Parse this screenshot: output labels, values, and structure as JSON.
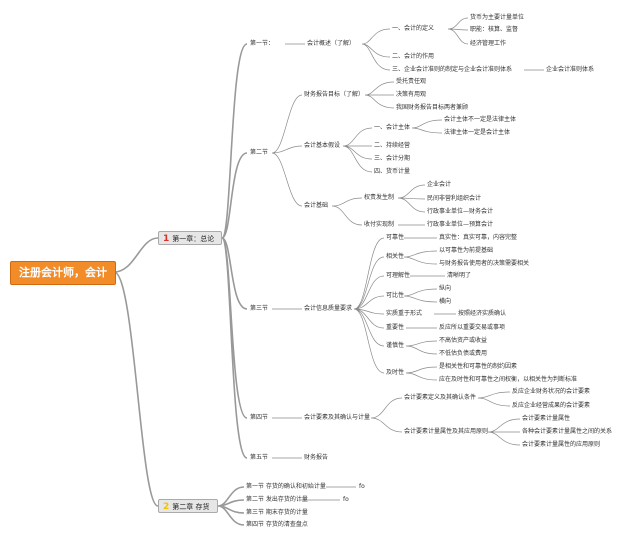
{
  "root": "注册会计师，会计",
  "chapter1": {
    "num": "1",
    "label": "第一章：总论",
    "num_color": "#d9302c"
  },
  "chapter2": {
    "num": "2",
    "label": "第二章 存货",
    "num_color": "#f2c200"
  },
  "ch1": {
    "sec1": "第一节：",
    "sec1_a": "会计概述（了解）",
    "sec1_a1": "一、会计的定义",
    "sec1_a1_i": "货币为主要计量单位",
    "sec1_a1_ii": "职能：核算、监督",
    "sec1_a1_iii": "经济管理工作",
    "sec1_a2": "二、会计的作用",
    "sec1_a3": "三、企业会计准则的制定与企业会计准则体系",
    "sec1_a3_x": "企业会计准则体系",
    "sec2": "第二节",
    "sec2_a": "财务报告目标（了解）",
    "sec2_a1": "受托责任观",
    "sec2_a2": "决策有用观",
    "sec2_a3": "我国财务报告目标两者兼顾",
    "sec2_b": "会计基本假设",
    "sec2_b1": "一、会计主体",
    "sec2_b1_i": "会计主体不一定是法律主体",
    "sec2_b1_ii": "法律主体一定是会计主体",
    "sec2_b2": "二、持续经营",
    "sec2_b3": "三、会计分期",
    "sec2_b4": "四、货币计量",
    "sec2_c": "会计基础",
    "sec2_c1": "权责发生制",
    "sec2_c1_i": "企业会计",
    "sec2_c1_ii": "民间非营利组织会计",
    "sec2_c1_iii": "行政事业单位—财务会计",
    "sec2_c2": "收付实现制",
    "sec2_c2_i": "行政事业单位—预算会计",
    "sec3": "第三节",
    "sec3_a": "会计信息质量要求",
    "q1": "可靠性",
    "q1_i": "真实性：真实可靠，内容完整",
    "q2": "相关性",
    "q2_i": "以可靠性为前提基础",
    "q2_ii": "与财务报告使用者的决策需要相关",
    "q3": "可理解性",
    "q3_i": "清晰明了",
    "q4": "可比性",
    "q4_i": "纵向",
    "q4_ii": "横向",
    "q5": "实质重于形式",
    "q5_i": "按照经济实质确认",
    "q6": "重要性",
    "q6_i": "反应所以重要交易或事项",
    "q7": "谨慎性",
    "q7_i": "不高估资产或收益",
    "q7_ii": "不低估负债或费用",
    "q8": "及时性",
    "q8_i": "是相关性和可靠性的制约因素",
    "q8_ii": "应在及时性和可靠性之间权衡，以相关性为判断标准",
    "sec4": "第四节",
    "sec4_a": "会计要素及其确认与计量",
    "sec4_a1": "会计要素定义及其确认条件",
    "sec4_a1_i": "反应企业财务状况的会计要素",
    "sec4_a1_ii": "反应企业经营成果的会计要素",
    "sec4_a2": "会计要素计量属性及其应用原则",
    "sec4_a2_i": "会计要素计量属性",
    "sec4_a2_ii": "各种会计要素计量属性之间的关系",
    "sec4_a2_iii": "会计要素计量属性的应用原则",
    "sec5": "第五节",
    "sec5_a": "财务报告"
  },
  "ch2": {
    "s1": "第一节 存货的确认和初始计量",
    "s1_note": "fo",
    "s2": "第二节 发出存货的计量",
    "s2_note": "fo",
    "s3": "第三节 期末存货的计量",
    "s4": "第四节 存货的清查盘点"
  }
}
